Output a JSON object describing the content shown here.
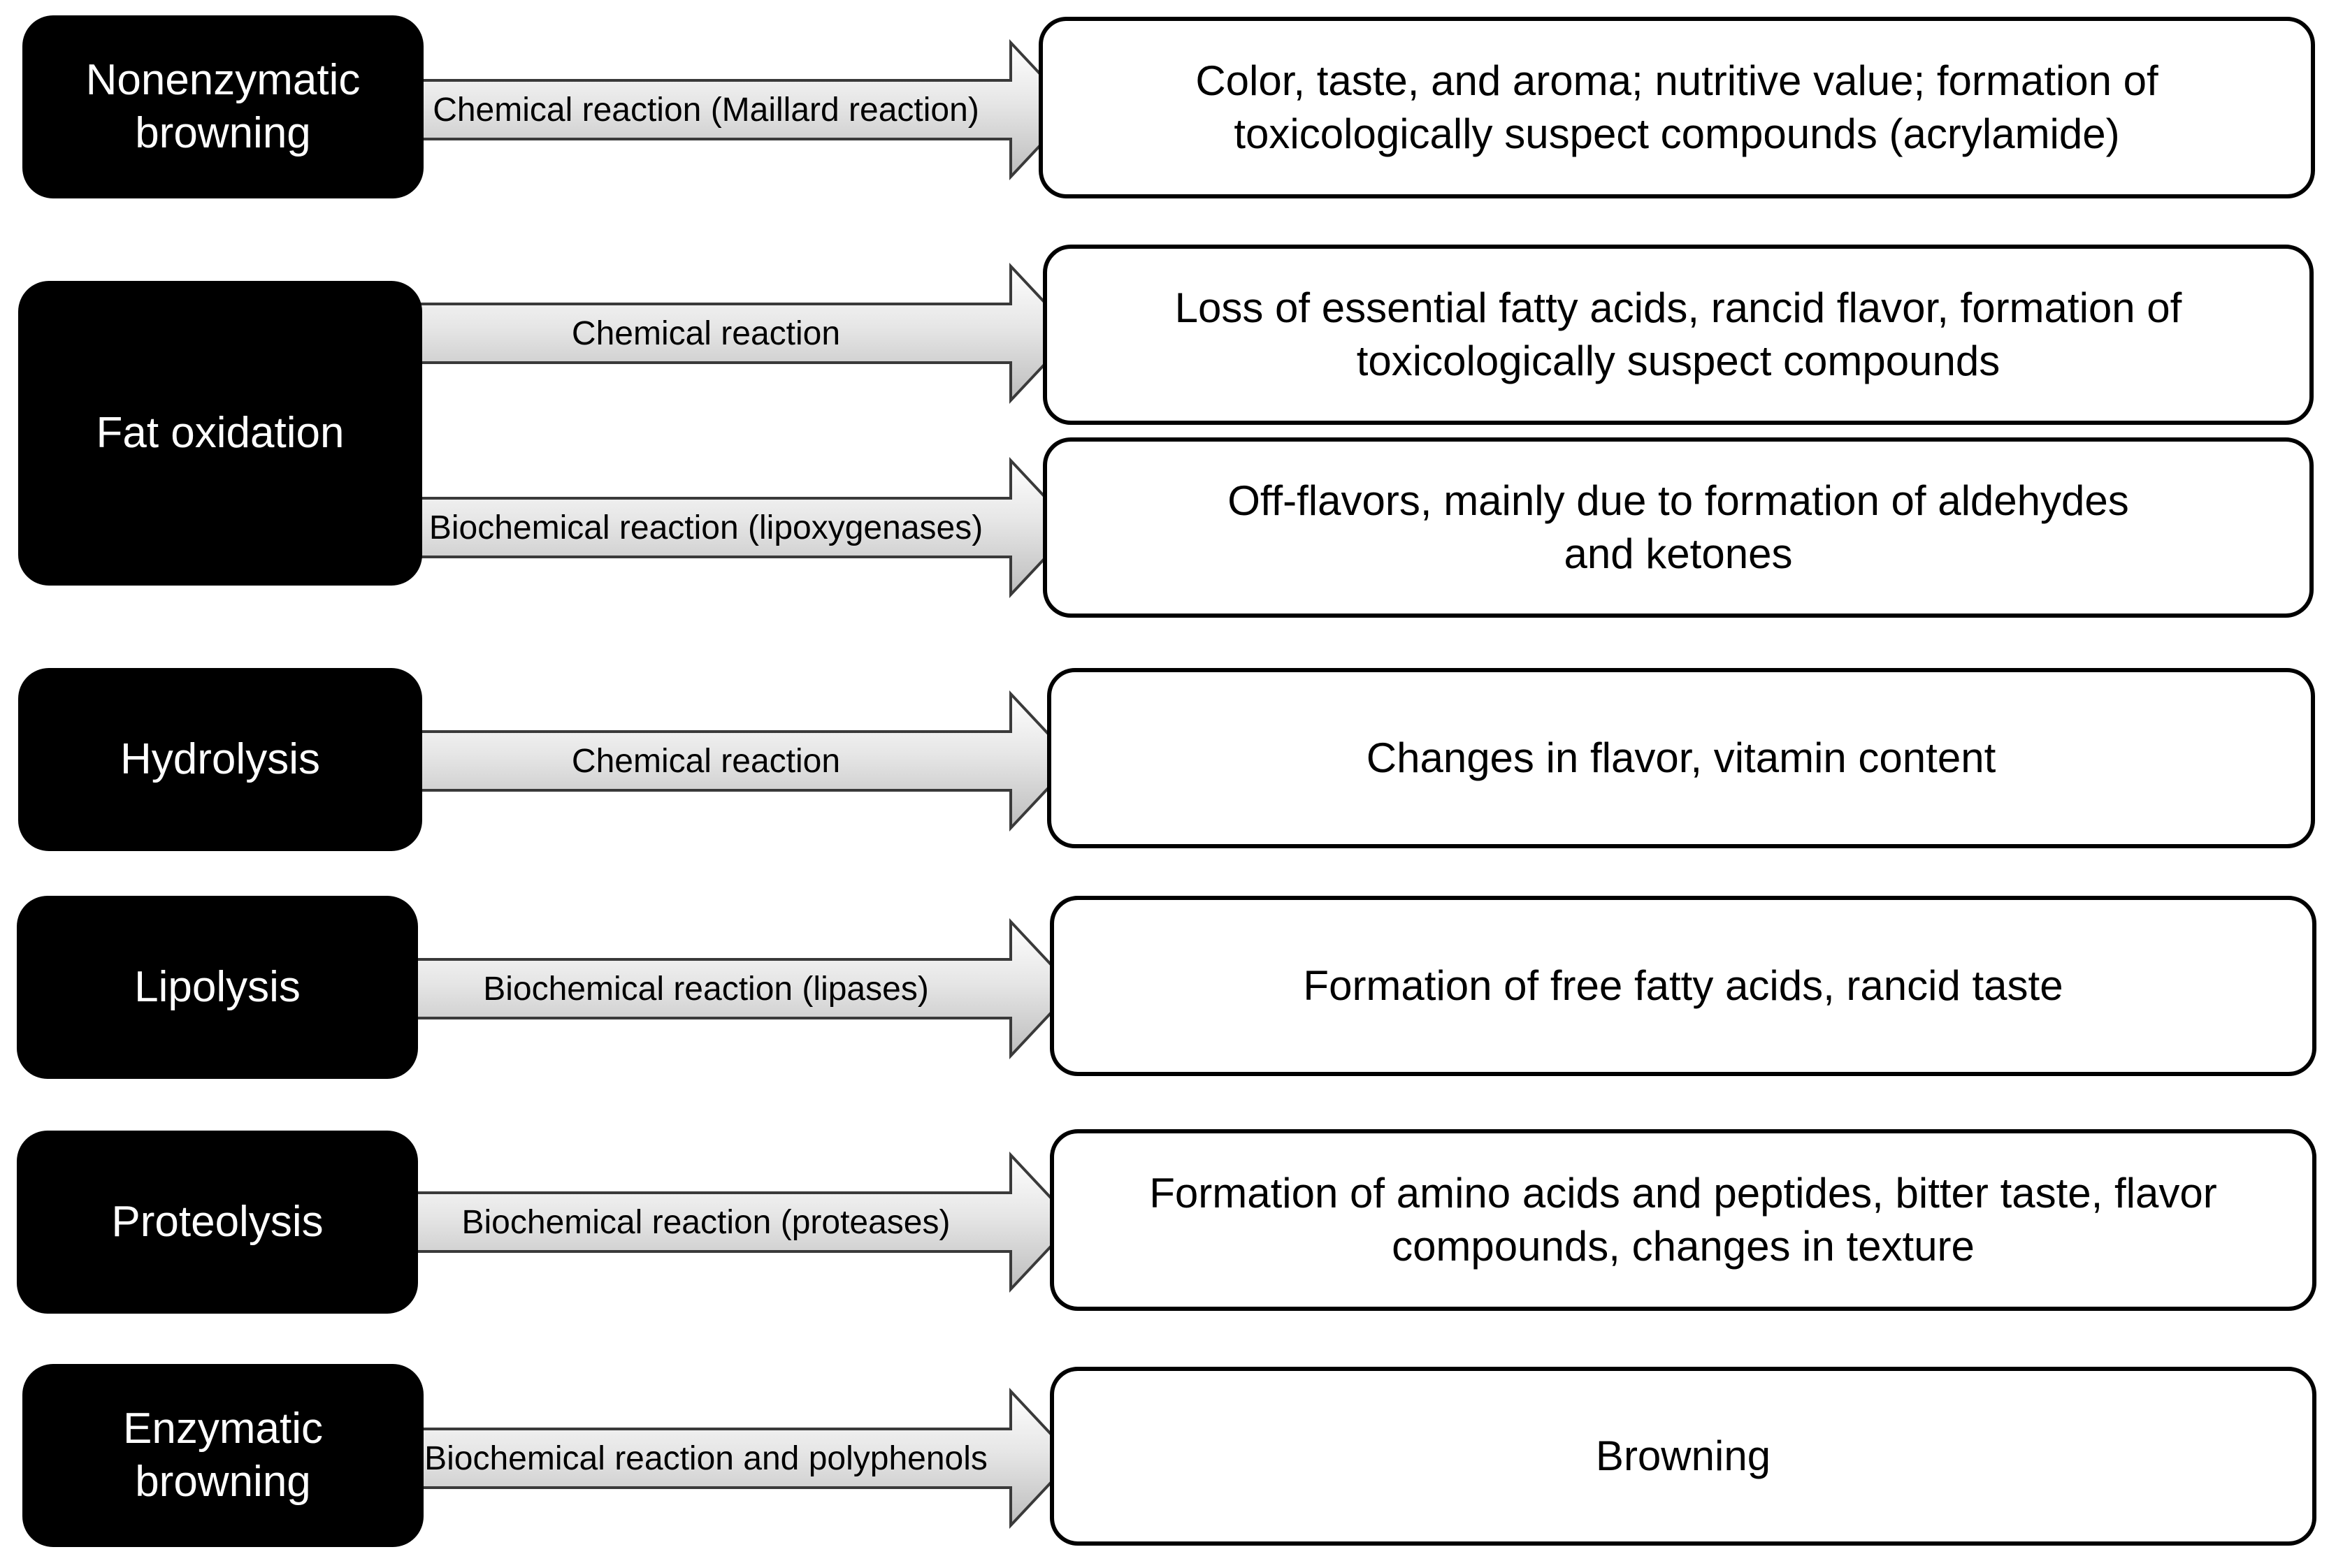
{
  "diagram": {
    "rows": [
      {
        "source": "Nonenzymatic\nbrowning",
        "arrows": [
          {
            "label": "Chemical reaction (Maillard reaction)",
            "outcome": "Color, taste, and aroma; nutritive value; formation of\ntoxicologically suspect compounds (acrylamide)"
          }
        ]
      },
      {
        "source": "Fat oxidation",
        "arrows": [
          {
            "label": "Chemical reaction",
            "outcome": "Loss of essential fatty acids, rancid flavor, formation of\ntoxicologically suspect compounds"
          },
          {
            "label": "Biochemical reaction (lipoxygenases)",
            "outcome": "Off-flavors, mainly due to formation of aldehydes\nand ketones"
          }
        ]
      },
      {
        "source": "Hydrolysis",
        "arrows": [
          {
            "label": "Chemical reaction",
            "outcome": "Changes in flavor, vitamin content"
          }
        ]
      },
      {
        "source": "Lipolysis",
        "arrows": [
          {
            "label": "Biochemical reaction (lipases)",
            "outcome": "Formation of free fatty acids, rancid taste"
          }
        ]
      },
      {
        "source": "Proteolysis",
        "arrows": [
          {
            "label": "Biochemical reaction (proteases)",
            "outcome": "Formation of amino acids and peptides, bitter taste, flavor\ncompounds, changes in texture"
          }
        ]
      },
      {
        "source": "Enzymatic\nbrowning",
        "arrows": [
          {
            "label": "Biochemical reaction and polyphenols",
            "outcome": "Browning"
          }
        ]
      }
    ]
  }
}
